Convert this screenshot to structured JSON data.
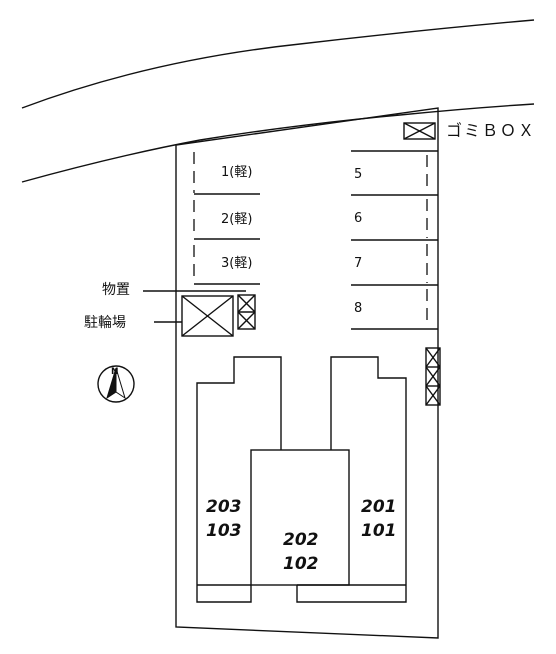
{
  "garbage": {
    "label": "ゴミＢＯＸ"
  },
  "parking": {
    "left": [
      {
        "label": "1(軽)"
      },
      {
        "label": "2(軽)"
      },
      {
        "label": "3(軽)"
      }
    ],
    "right": [
      {
        "label": "5"
      },
      {
        "label": "6"
      },
      {
        "label": "7"
      },
      {
        "label": "8"
      }
    ]
  },
  "storage": {
    "label": "物置"
  },
  "bicycle": {
    "label": "駐輪場"
  },
  "units": {
    "left": {
      "upper": "203",
      "lower": "103"
    },
    "center": {
      "upper": "202",
      "lower": "102"
    },
    "right": {
      "upper": "201",
      "lower": "101"
    }
  },
  "compass": {
    "letter": "N"
  }
}
